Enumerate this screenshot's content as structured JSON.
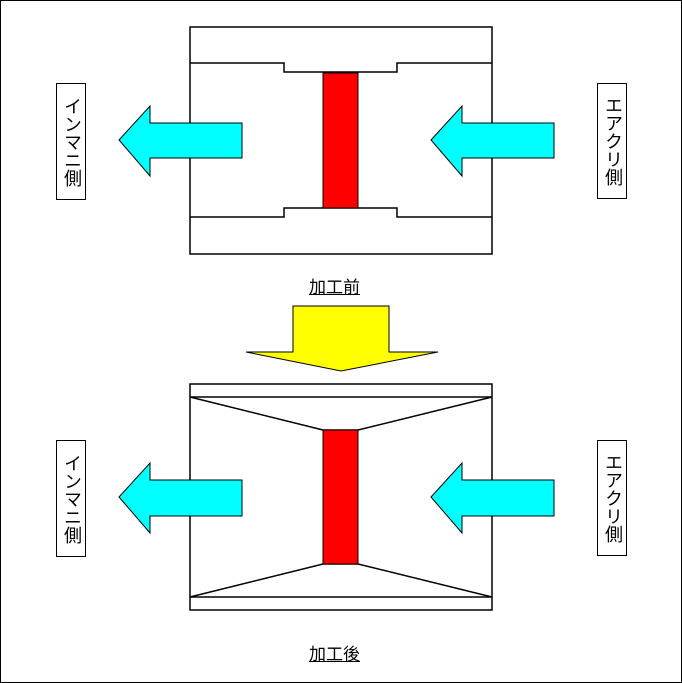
{
  "top": {
    "caption": "加工前",
    "left_label": "インマニ側",
    "right_label": "エアクリ側"
  },
  "bottom": {
    "caption": "加工後",
    "left_label": "インマニ側",
    "right_label": "エアクリ側"
  },
  "colors": {
    "arrow": "#00ffff",
    "down_arrow": "#ffff00",
    "throttle": "#ff0000",
    "outline": "#000000"
  }
}
